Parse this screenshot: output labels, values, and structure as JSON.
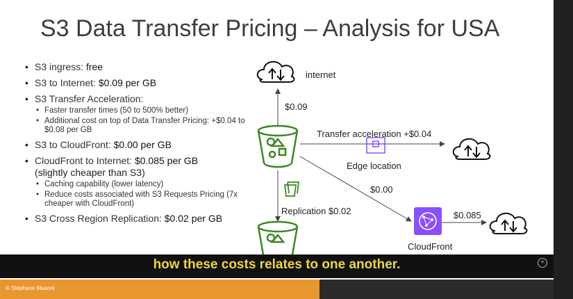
{
  "slide": {
    "title": "S3 Data Transfer Pricing – Analysis for USA",
    "bullets": [
      {
        "prefix": "S3 ingress: ",
        "value": "free"
      },
      {
        "prefix": "S3 to Internet: ",
        "value": "$0.09 per GB"
      },
      {
        "prefix": "S3 Transfer Acceleration:",
        "value": ""
      },
      {
        "prefix": "S3 to CloudFront: ",
        "value": "$0.00 per GB"
      },
      {
        "prefix": "CloudFront to Internet: ",
        "value": "$0.085 per GB",
        "line2": "(slightly cheaper than S3)"
      },
      {
        "prefix": "S3 Cross Region Replication: ",
        "value": "$0.02 per GB"
      }
    ],
    "accel_sub": [
      "Faster transfer times (50 to 500% better)",
      "Additional cost on top of Data Transfer Pricing: +$0.04 to $0.08 per GB"
    ],
    "cf_sub": [
      "Caching capability (lower latency)",
      "Reduce costs associated with S3 Requests Pricing (7x cheaper with CloudFront)"
    ]
  },
  "diagram": {
    "internet_label": "internet",
    "s3_to_internet": "$0.09",
    "transfer_accel": "Transfer acceleration +$0.04",
    "edge_location": "Edge location",
    "s3_to_cf": "$0.00",
    "replication": "Replication $0.02",
    "cf_to_internet": "$0.085",
    "cloudfront": "CloudFront"
  },
  "caption": "how these costs relates to one another.",
  "footer": "© Stephane Maarek",
  "colors": {
    "s3_green": "#3f8624",
    "cloudfront_purple": "#8c4fff",
    "footer_orange": "#e8962e",
    "caption_yellow": "#f0d63a"
  }
}
